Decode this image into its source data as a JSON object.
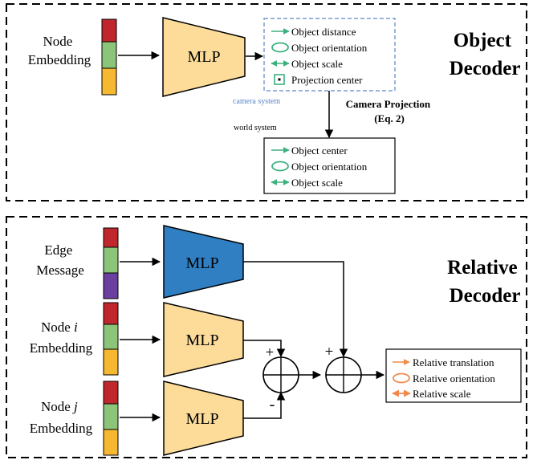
{
  "object_decoder": {
    "title_line1": "Object",
    "title_line2": "Decoder",
    "input_line1": "Node",
    "input_line2": "Embedding",
    "mlp_label": "MLP",
    "camera_box_items": [
      {
        "label": "Object distance",
        "icon": "arrow-right-icon"
      },
      {
        "label": "Object orientation",
        "icon": "rotation-ellipse-icon"
      },
      {
        "label": "Object scale",
        "icon": "double-arrow-icon"
      },
      {
        "label": "Projection center",
        "icon": "center-square-icon"
      }
    ],
    "camera_system_label": "camera system",
    "projection_line1": "Camera Projection",
    "projection_line2": "(Eq. 2)",
    "world_system_label": "world system",
    "world_box_items": [
      {
        "label": "Object center",
        "icon": "arrow-right-icon"
      },
      {
        "label": "Object orientation",
        "icon": "rotation-ellipse-icon"
      },
      {
        "label": "Object scale",
        "icon": "double-arrow-icon"
      }
    ]
  },
  "relative_decoder": {
    "title_line1": "Relative",
    "title_line2": "Decoder",
    "edge_line1": "Edge",
    "edge_line2": "Message",
    "node_i_prefix": "Node ",
    "node_i_var": "i",
    "node_j_prefix": "Node ",
    "node_j_var": "j",
    "embedding_label": "Embedding",
    "mlp_label": "MLP",
    "plus_sign": "+",
    "minus_sign": "-",
    "output_items": [
      {
        "label": "Relative translation",
        "icon": "arrow-right-icon"
      },
      {
        "label": "Relative orientation",
        "icon": "rotation-ellipse-icon"
      },
      {
        "label": "Relative scale",
        "icon": "double-arrow-icon"
      }
    ]
  },
  "colors": {
    "red": "#c0272d",
    "green": "#8cc47a",
    "orange": "#f6b830",
    "purple": "#6b3fa0",
    "mlp_fill": "#fddc9a",
    "mlp_blue": "#2f7fc2",
    "green_icon": "#3bb27e",
    "orange_icon": "#f08a4b",
    "dashed_blue": "#5a86c4"
  }
}
